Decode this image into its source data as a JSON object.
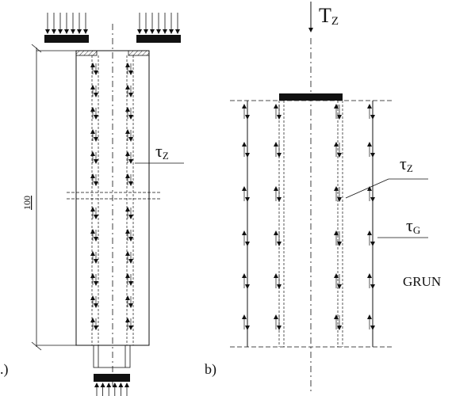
{
  "panel_a": {
    "label": ".)",
    "dimension": "100",
    "stress_label": {
      "symbol": "τ",
      "subscript": "Z"
    }
  },
  "panel_b": {
    "label": "b)",
    "load_label": {
      "symbol": "T",
      "subscript": "Z"
    },
    "stress_label_inner": {
      "symbol": "τ",
      "subscript": "Z"
    },
    "stress_label_outer": {
      "symbol": "τ",
      "subscript": "G"
    },
    "soil_label": "GRUN"
  }
}
